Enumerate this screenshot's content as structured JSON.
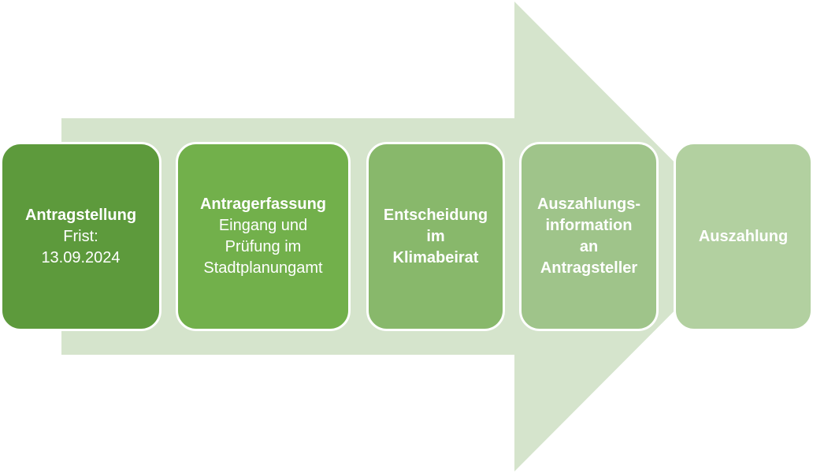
{
  "colors": {
    "arrow": "#d5e4cc",
    "step_1": "#5d9a3c",
    "step_2": "#72b04b",
    "step_3": "#88b86b",
    "step_4": "#9fc48a",
    "step_5": "#b2d0a0",
    "text": "#ffffff"
  },
  "steps": [
    {
      "title": "Antragstellung",
      "body": "Frist:\n13.09.2024"
    },
    {
      "title": "Antragerfassung",
      "body": "Eingang und\nPrüfung im\nStadtplanungamt"
    },
    {
      "title": "Entscheidung\nim\nKlimabeirat",
      "body": ""
    },
    {
      "title": "Auszahlungs-\ninformation\nan\nAntragsteller",
      "body": ""
    },
    {
      "title": "Auszahlung",
      "body": ""
    }
  ]
}
